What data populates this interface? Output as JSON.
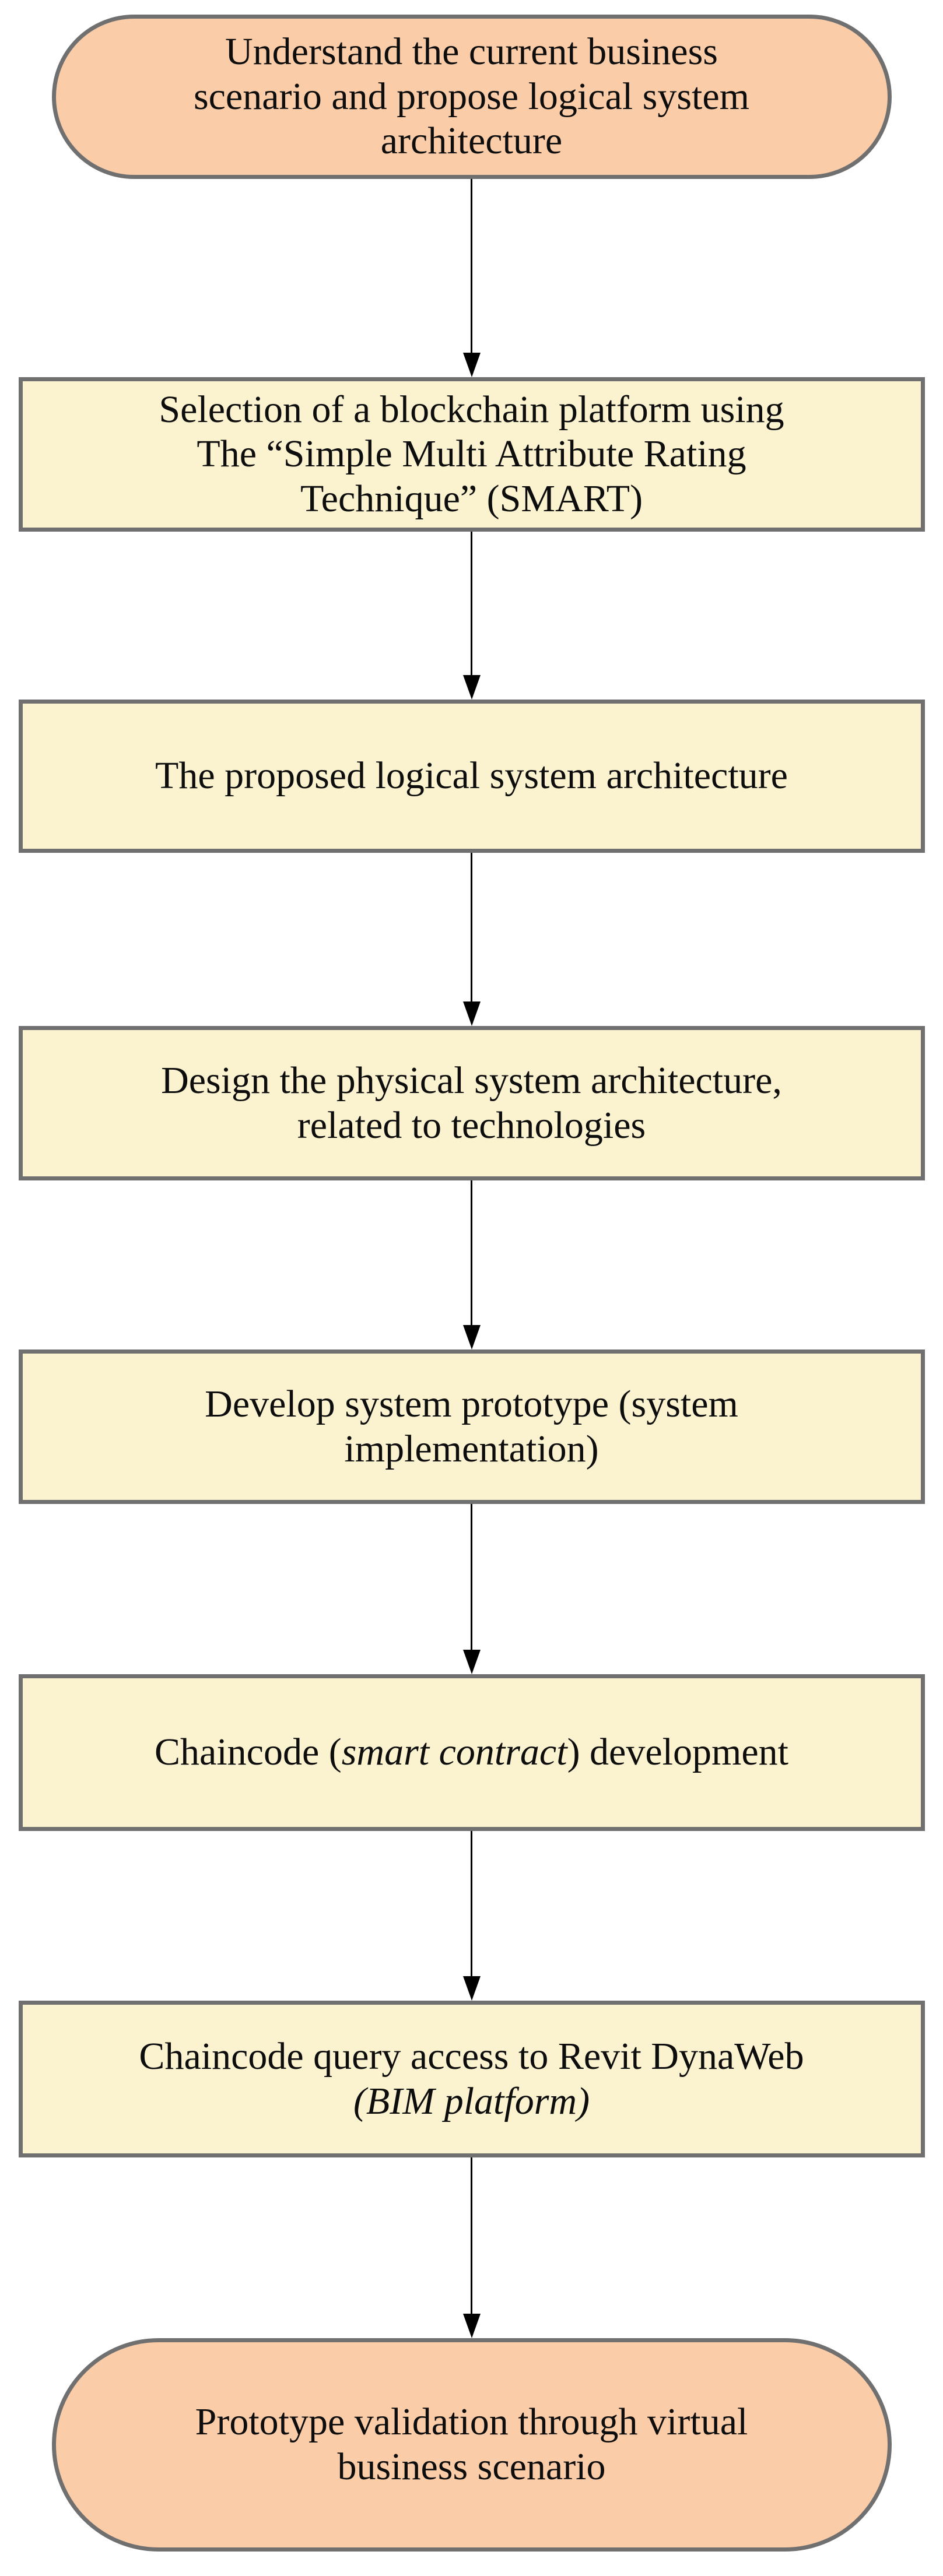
{
  "colors": {
    "background": "#FFFFFF",
    "terminator_fill": "#FBCCA8",
    "process_fill": "#FBF2D0",
    "shape_border": "#707070",
    "arrow": "#000000",
    "text": "#0D0D0D"
  },
  "diagram": {
    "type": "flowchart",
    "direction": "top-down",
    "nodes": [
      {
        "id": "start",
        "shape": "terminator",
        "lines": [
          [
            {
              "text": "Understand the current business",
              "italic": false
            }
          ],
          [
            {
              "text": "scenario and propose logical system",
              "italic": false
            }
          ],
          [
            {
              "text": "architecture",
              "italic": false
            }
          ]
        ]
      },
      {
        "id": "smart-selection",
        "shape": "process",
        "lines": [
          [
            {
              "text": "Selection of a blockchain platform using",
              "italic": false
            }
          ],
          [
            {
              "text": "The “Simple Multi Attribute Rating",
              "italic": false
            }
          ],
          [
            {
              "text": "Technique” (SMART)",
              "italic": false
            }
          ]
        ]
      },
      {
        "id": "logical-architecture",
        "shape": "process",
        "lines": [
          [
            {
              "text": "The proposed logical system architecture",
              "italic": false
            }
          ]
        ]
      },
      {
        "id": "physical-architecture",
        "shape": "process",
        "lines": [
          [
            {
              "text": "Design the physical system architecture,",
              "italic": false
            }
          ],
          [
            {
              "text": "related to technologies",
              "italic": false
            }
          ]
        ]
      },
      {
        "id": "prototype-development",
        "shape": "process",
        "lines": [
          [
            {
              "text": "Develop system prototype (system",
              "italic": false
            }
          ],
          [
            {
              "text": "implementation)",
              "italic": false
            }
          ]
        ]
      },
      {
        "id": "chaincode-development",
        "shape": "process",
        "lines": [
          [
            {
              "text": "Chaincode (",
              "italic": false
            },
            {
              "text": "smart contract",
              "italic": true
            },
            {
              "text": ") development",
              "italic": false
            }
          ]
        ]
      },
      {
        "id": "chaincode-query",
        "shape": "process",
        "lines": [
          [
            {
              "text": "Chaincode query access to Revit DynaWeb",
              "italic": false
            }
          ],
          [
            {
              "text": "(BIM platform)",
              "italic": true
            }
          ]
        ]
      },
      {
        "id": "validation",
        "shape": "terminator",
        "lines": [
          [
            {
              "text": "Prototype validation through virtual",
              "italic": false
            }
          ],
          [
            {
              "text": "business scenario",
              "italic": false
            }
          ]
        ]
      }
    ],
    "edges": [
      {
        "from": "start",
        "to": "smart-selection"
      },
      {
        "from": "smart-selection",
        "to": "logical-architecture"
      },
      {
        "from": "logical-architecture",
        "to": "physical-architecture"
      },
      {
        "from": "physical-architecture",
        "to": "prototype-development"
      },
      {
        "from": "prototype-development",
        "to": "chaincode-development"
      },
      {
        "from": "chaincode-development",
        "to": "chaincode-query"
      },
      {
        "from": "chaincode-query",
        "to": "validation"
      }
    ]
  }
}
